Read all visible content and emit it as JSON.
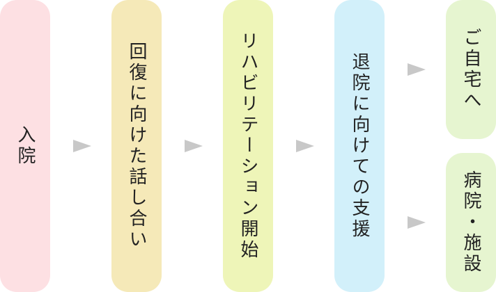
{
  "steps": [
    {
      "label": "入院",
      "color": "#fde0e3"
    },
    {
      "label": "回復に向けた話し合い",
      "color": "#f5e9b8"
    },
    {
      "label": "リハビリテーション開始",
      "color": "#eef5b8"
    },
    {
      "label": "退院に向けての支援",
      "color": "#d2f0fa"
    }
  ],
  "outcomes": [
    {
      "label": "ご自宅へ",
      "color": "#e6f5d0"
    },
    {
      "label": "病院・施設",
      "color": "#e6f5d0"
    }
  ],
  "arrow_color": "#c8c8c8"
}
